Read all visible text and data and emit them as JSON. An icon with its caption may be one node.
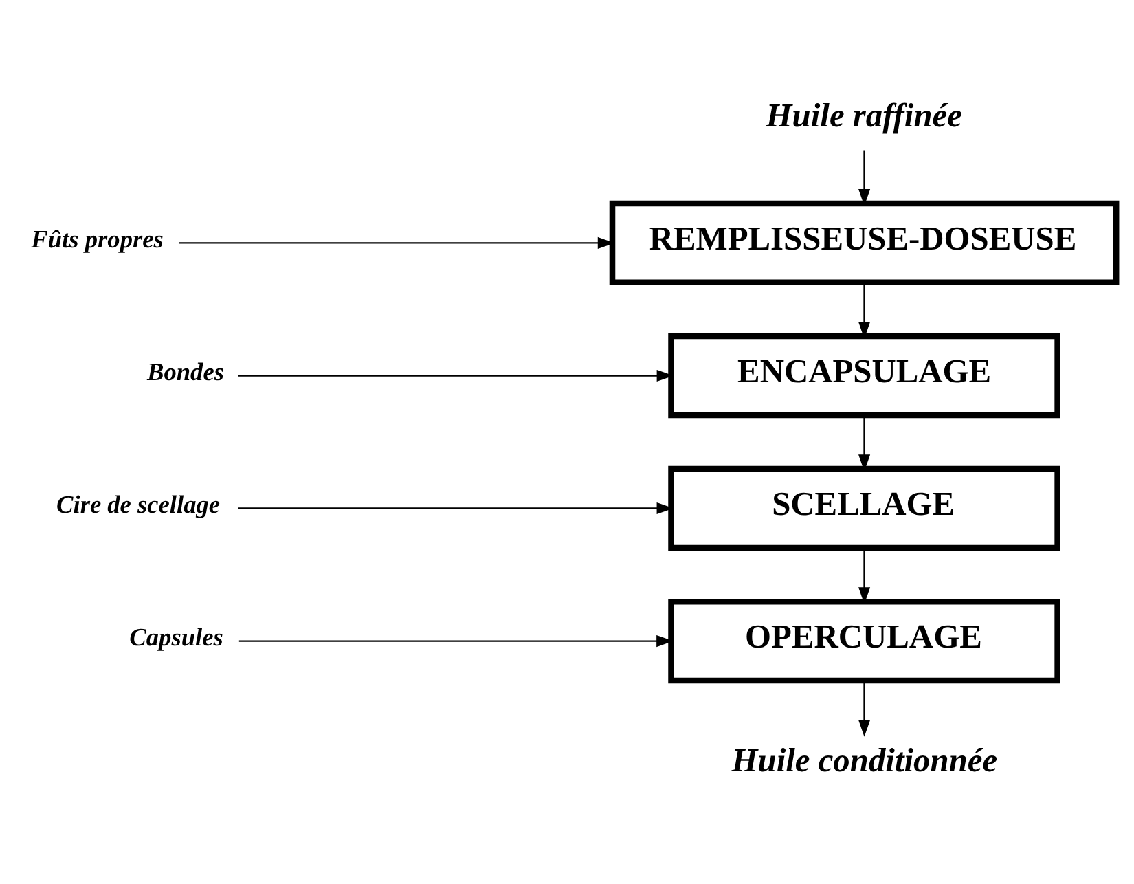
{
  "diagram": {
    "nodes": [
      {
        "text": [
          "Huile raffinée"
        ]
      },
      {
        "text": [
          "REMPLISSEUSE-DOSEUSE"
        ]
      },
      {
        "text": [
          "ENCAPSULAGE"
        ]
      },
      {
        "text": [
          "SCELLAGE"
        ]
      },
      {
        "text": [
          "OPERCULAGE"
        ]
      },
      {
        "text": [
          "Huile conditionnée"
        ]
      },
      {
        "text": [
          "Fûts propres"
        ]
      },
      {
        "text": [
          "Bondes"
        ]
      },
      {
        "text": [
          "Cire de scellage"
        ]
      },
      {
        "text": [
          "Capsules"
        ]
      }
    ],
    "edges": [
      {
        "from": 0,
        "to": 1,
        "arrow": "to"
      },
      {
        "from": 6,
        "to": 1,
        "arrow": "to"
      },
      {
        "from": 1,
        "to": 2,
        "arrow": "to"
      },
      {
        "from": 7,
        "to": 2,
        "arrow": "to"
      },
      {
        "from": 2,
        "to": 3,
        "arrow": "to"
      },
      {
        "from": 8,
        "to": 3,
        "arrow": "to"
      },
      {
        "from": 3,
        "to": 4,
        "arrow": "to"
      },
      {
        "from": 9,
        "to": 4,
        "arrow": "to"
      },
      {
        "from": 4,
        "to": 5,
        "arrow": "to"
      }
    ]
  }
}
